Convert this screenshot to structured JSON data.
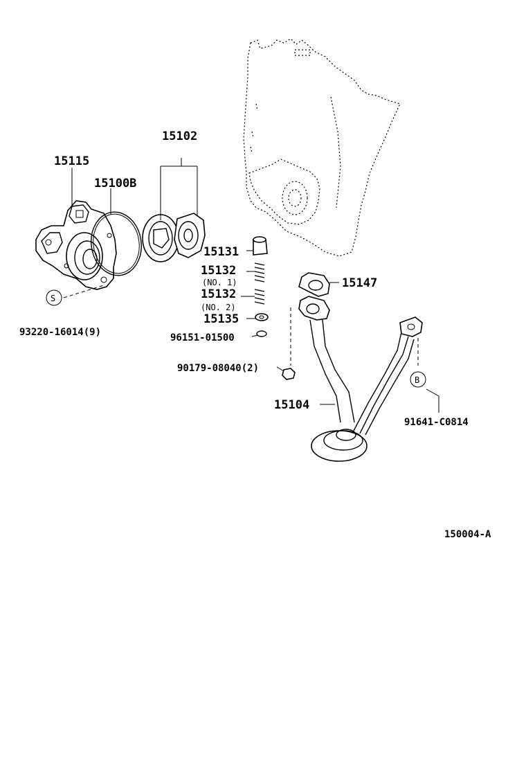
{
  "diagram": {
    "parts": {
      "p15102": "15102",
      "p15115": "15115",
      "p15100b": "15100B",
      "p15131": "15131",
      "p15132a": "15132",
      "p15132a_note": "(NO. 1)",
      "p15132b": "15132",
      "p15132b_note": "(NO. 2)",
      "p15135": "15135",
      "p96151": "96151-01500",
      "p90179": "90179-08040(2)",
      "p15147": "15147",
      "p15104": "15104",
      "p93220": "93220-16014(9)",
      "p91641": "91641-C0814"
    },
    "markers": {
      "s": "S",
      "b": "B"
    },
    "reference_code": "150004-A"
  }
}
